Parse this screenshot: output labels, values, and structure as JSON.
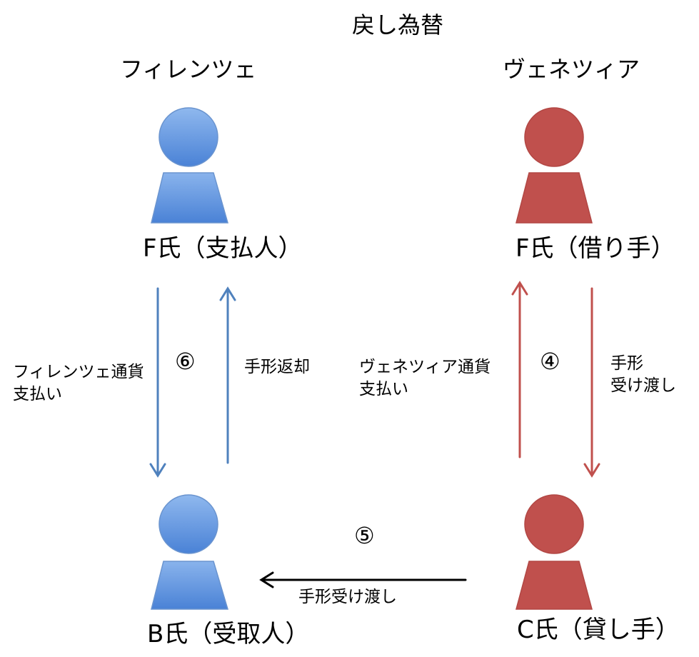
{
  "title": "戻し為替",
  "cities": {
    "left": "フィレンツェ",
    "right": "ヴェネツィア"
  },
  "people": {
    "top_left": "F氏（支払人）",
    "top_right": "F氏（借り手）",
    "bottom_left": "B氏（受取人）",
    "bottom_right": "C氏（貸し手）"
  },
  "steps": {
    "four": "④",
    "five": "⑤",
    "six": "⑥"
  },
  "flows": {
    "florence_payment": [
      "フィレンツェ通貨",
      "支払い"
    ],
    "bill_return": "手形返却",
    "venice_payment": [
      "ヴェネツィア通貨",
      "支払い"
    ],
    "bill_hand_over_right": [
      "手形",
      "受け渡し"
    ],
    "bill_hand_over_bottom": "手形受け渡し"
  },
  "colors": {
    "blue_person": "#4f86d6",
    "red_person": "#c0504d",
    "blue_arrow": "#4f81bd",
    "red_arrow": "#c0504d",
    "black_arrow": "#000000"
  }
}
